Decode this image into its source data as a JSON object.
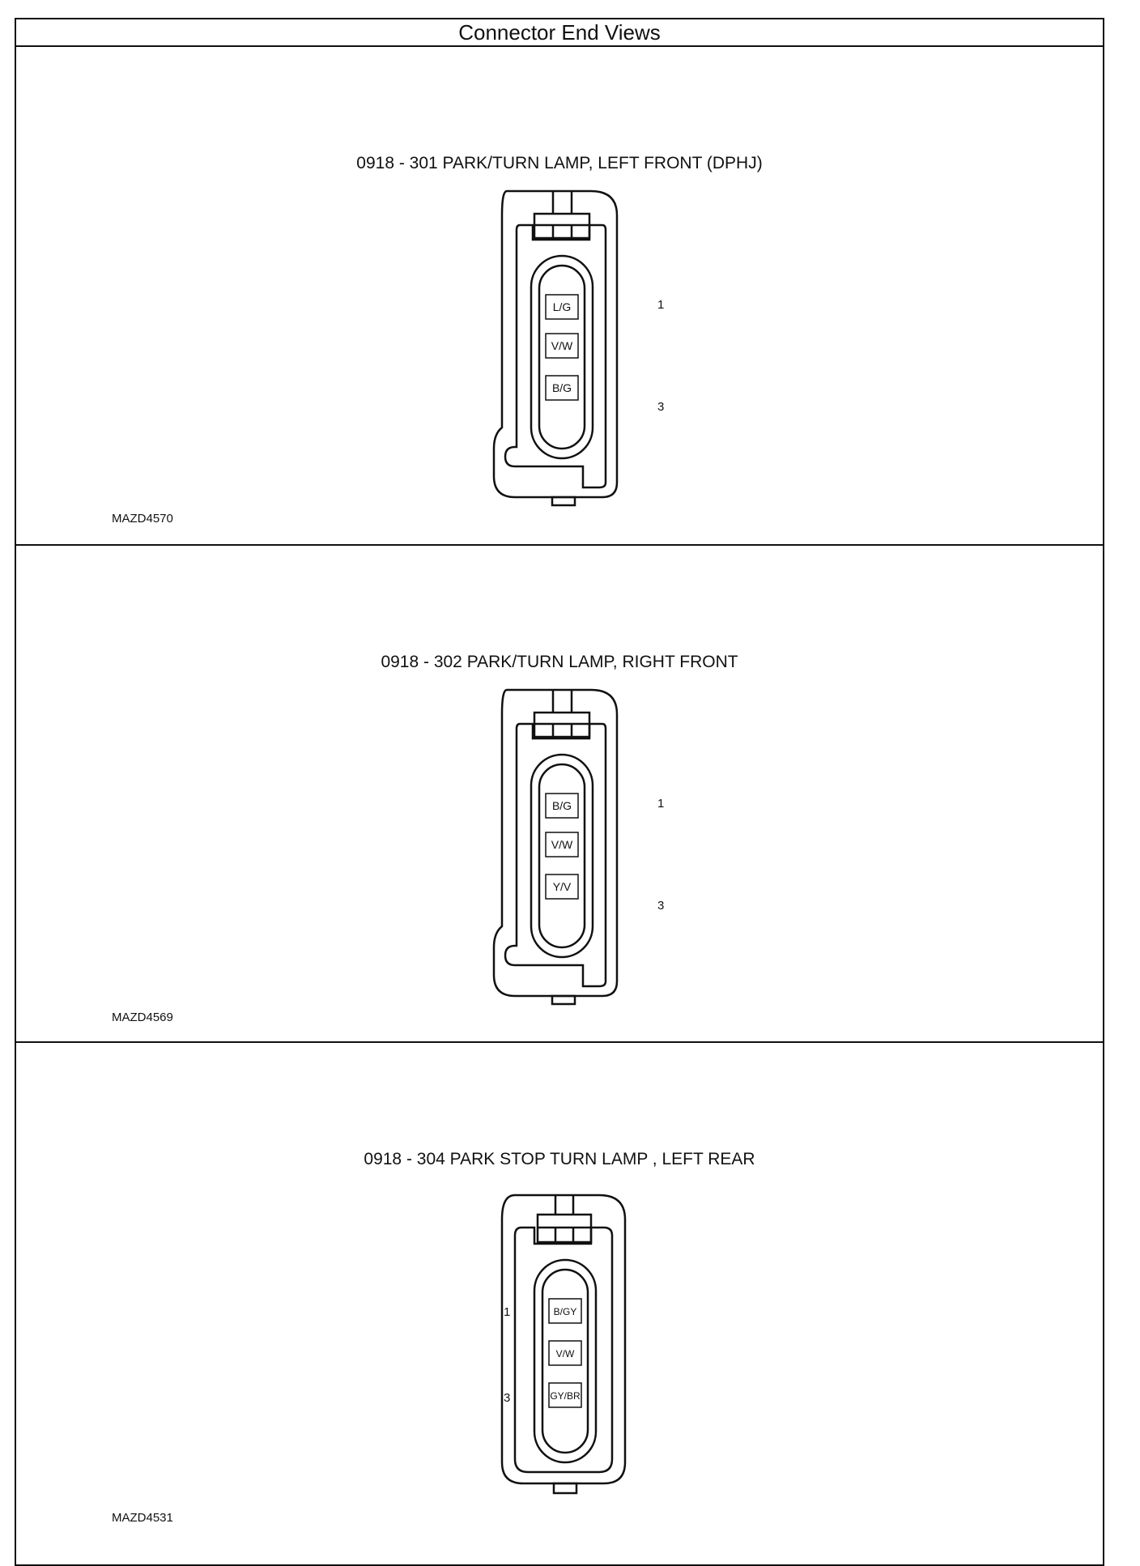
{
  "header": {
    "title": "Connector End Views"
  },
  "connectors": [
    {
      "title": "0918 - 301 PARK/TURN LAMP, LEFT FRONT (DPHJ)",
      "code": "MAZD4570",
      "pins": [
        "L/G",
        "V/W",
        "B/G"
      ],
      "pin_first": "1",
      "pin_last": "3",
      "pin_number_side": "right"
    },
    {
      "title": "0918 - 302 PARK/TURN LAMP, RIGHT FRONT",
      "code": "MAZD4569",
      "pins": [
        "B/G",
        "V/W",
        "Y/V"
      ],
      "pin_first": "1",
      "pin_last": "3",
      "pin_number_side": "right"
    },
    {
      "title": "0918 - 304 PARK STOP TURN LAMP , LEFT REAR",
      "code": "MAZD4531",
      "pins": [
        "B/GY",
        "V/W",
        "GY/BR"
      ],
      "pin_first": "1",
      "pin_last": "3",
      "pin_number_side": "left"
    }
  ]
}
